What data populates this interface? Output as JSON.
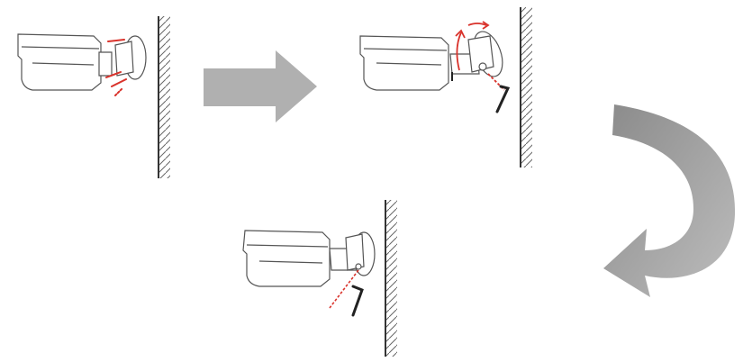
{
  "colors": {
    "line": "#555555",
    "camera_fill": "#ffffff",
    "accent_red": "#d9322b",
    "arrow_light": "#b0b0b0",
    "arrow_dark": "#8e8e8e",
    "hatch": "#666666"
  },
  "steps": [
    {
      "name": "step-1-screw-bracket-to-wall",
      "icons": [
        "camera-icon",
        "wall-bracket-icon",
        "screw-icon"
      ]
    },
    {
      "name": "step-2-rotate-camera",
      "icons": [
        "camera-icon",
        "rotation-arrow-icon",
        "hex-key-icon"
      ]
    },
    {
      "name": "step-3-tighten-set-screw",
      "icons": [
        "camera-icon",
        "hex-key-icon"
      ]
    }
  ],
  "arrows": [
    "right-arrow-icon",
    "curved-down-arrow-icon"
  ]
}
